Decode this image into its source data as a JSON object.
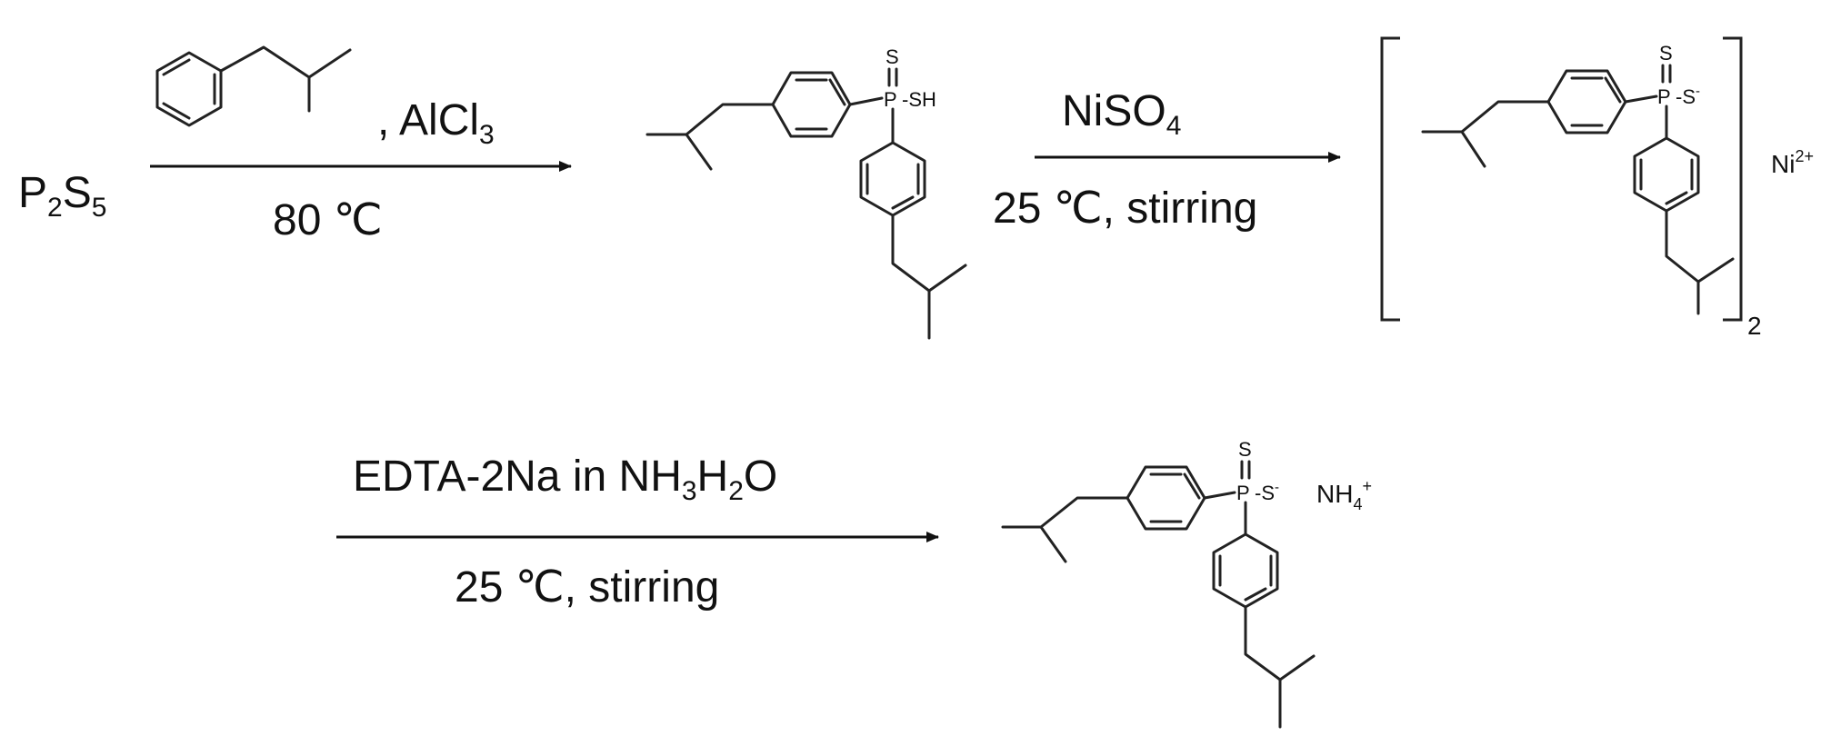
{
  "reagents": {
    "start": {
      "main": "P",
      "sub1": "2",
      "mid": "S",
      "sub2": "5"
    },
    "step1_above": {
      "pre": ", AlCl",
      "sub": "3"
    },
    "step1_below": "80 ℃",
    "step2_above": {
      "main": "NiSO",
      "sub": "4"
    },
    "step2_below": "25 ℃, stirring",
    "step3_above": {
      "pre": "EDTA-2Na in NH",
      "sub1": "3",
      "mid": "H",
      "sub2": "2",
      "post": "O"
    },
    "step3_below": "25 ℃, stirring"
  },
  "product1": {
    "s_label": "S",
    "p_label": "P",
    "sh_label": "-SH"
  },
  "complex": {
    "s_label": "S",
    "p_label": "P",
    "s_minus_label": "-S",
    "charge": "-",
    "cation": "Ni",
    "cation_charge": "2+",
    "bracket_sub": "2"
  },
  "product2": {
    "s_label": "S",
    "p_label": "P",
    "s_minus_label": "-S",
    "charge": "-",
    "cation": "NH",
    "cation_sub": "4",
    "cation_charge": "+"
  }
}
